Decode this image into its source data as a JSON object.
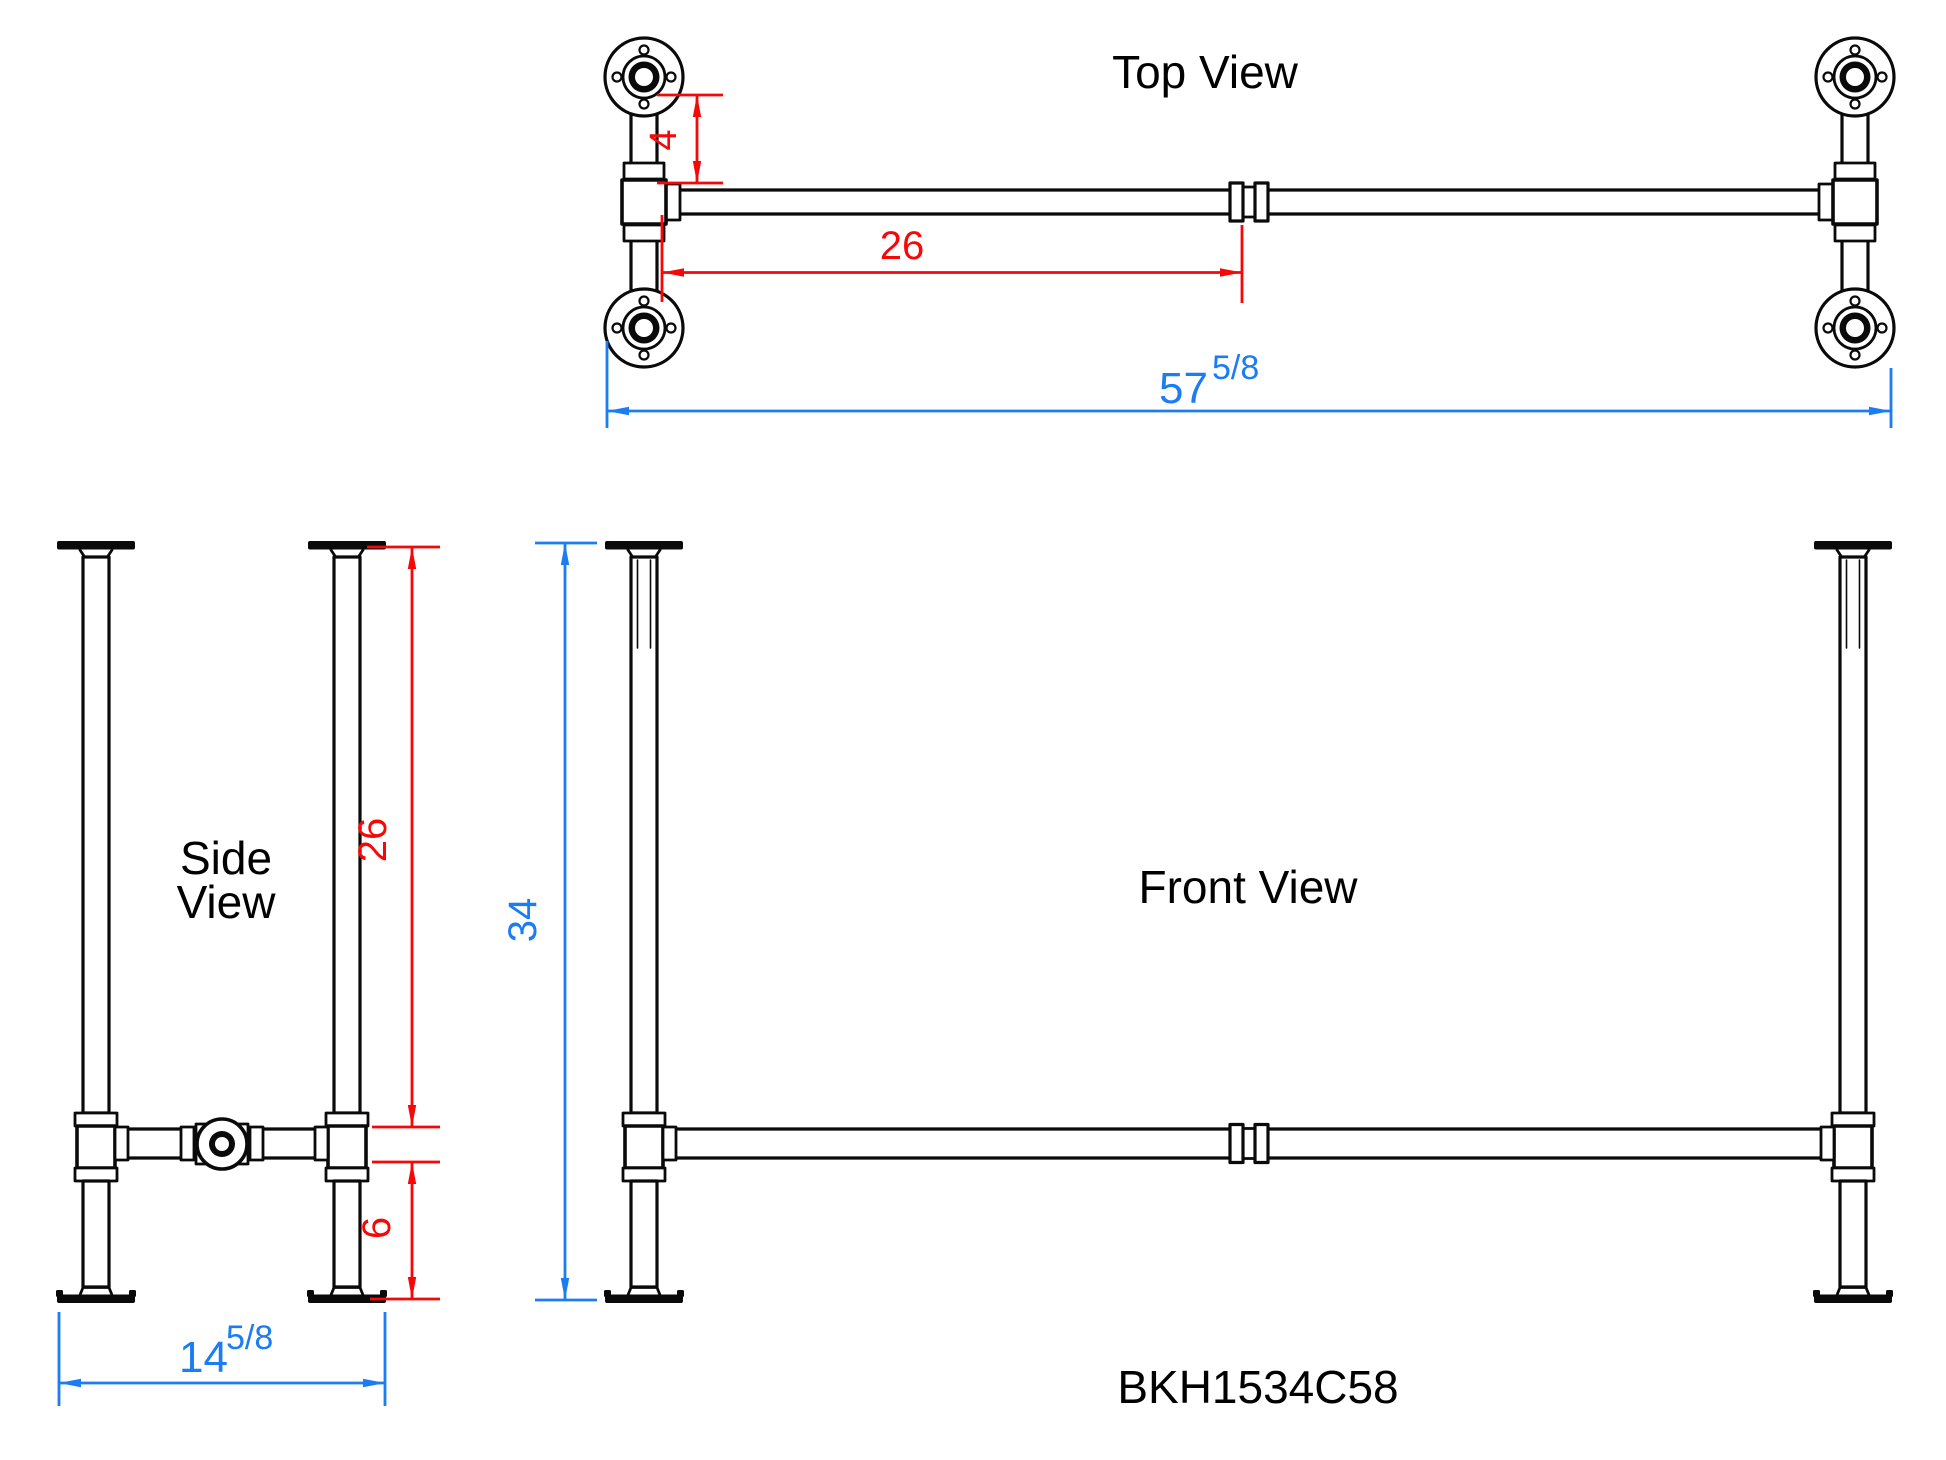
{
  "labels": {
    "top_view": "Top View",
    "side_view_line1": "Side",
    "side_view_line2": "View",
    "front_view": "Front View",
    "product_code": "BKH1534C58"
  },
  "dimensions": {
    "top_flange_to_rail": "4",
    "top_tee_to_coupling": "26",
    "overall_length_whole": "57",
    "overall_length_fraction": "5/8",
    "side_upper_height": "26",
    "side_lower_clearance": "6",
    "depth_whole": "14",
    "depth_fraction": "5/8",
    "overall_height": "34"
  },
  "colors": {
    "line": "#0a0a0a",
    "dimension_red": "#f70808",
    "dimension_blue": "#1b7cf3"
  }
}
